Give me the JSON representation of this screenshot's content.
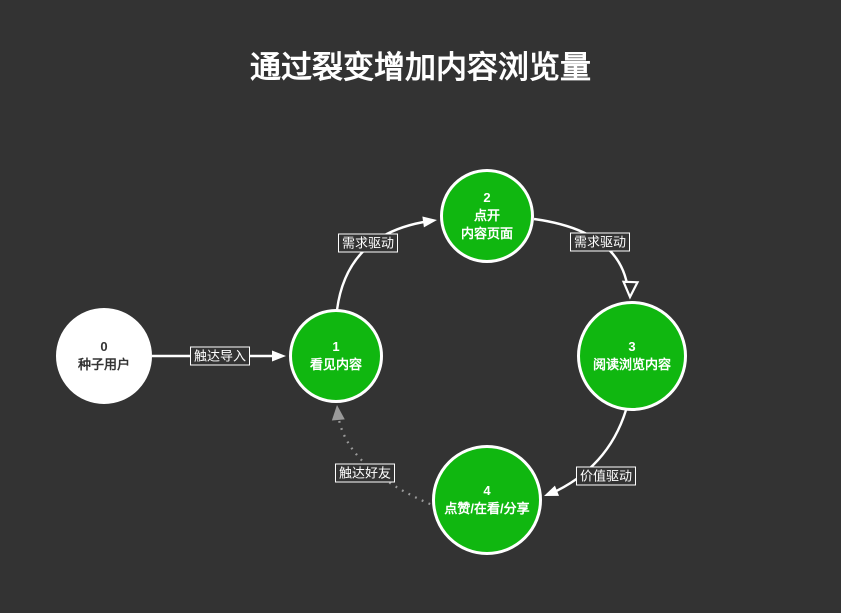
{
  "title": "通过裂变增加内容浏览量",
  "nodes": {
    "seed": {
      "number": "0",
      "label": "种子用户"
    },
    "see": {
      "number": "1",
      "label": "看见内容"
    },
    "open": {
      "number": "2",
      "label": "点开",
      "label2": "内容页面"
    },
    "read": {
      "number": "3",
      "label": "阅读浏览内容"
    },
    "share": {
      "number": "4",
      "label": "点赞/在看/分享"
    }
  },
  "edges": {
    "seed_to_see": {
      "label": "触达导入",
      "style": "solid-straight"
    },
    "see_to_open": {
      "label": "需求驱动",
      "style": "solid-curve"
    },
    "open_to_read": {
      "label": "需求驱动",
      "style": "solid-curve"
    },
    "read_to_share": {
      "label": "价值驱动",
      "style": "solid-curve"
    },
    "share_to_see": {
      "label": "触达好友",
      "style": "dotted-curve"
    }
  },
  "colors": {
    "background": "#333333",
    "node_fill_green": "#10b710",
    "node_fill_seed": "#ffffff",
    "node_border": "#ffffff",
    "edge": "#ffffff",
    "dotted_edge": "#9a9a9a",
    "label_background": "#333333",
    "label_border": "#ffffff",
    "text_light": "#ffffff",
    "text_dark": "#333333"
  }
}
